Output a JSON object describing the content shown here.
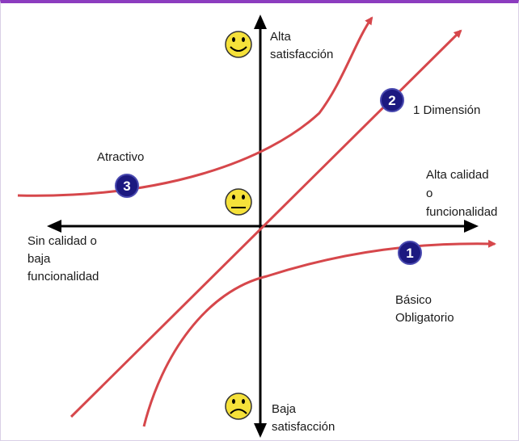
{
  "labels": {
    "high_satisfaction": [
      "Alta",
      "satisfacción"
    ],
    "low_satisfaction": [
      "Baja",
      "satisfacción"
    ],
    "high_quality": [
      "Alta calidad",
      "o",
      "funcionalidad"
    ],
    "low_quality": [
      "Sin calidad o",
      "baja",
      "funcionalidad"
    ],
    "one_dimension": "1 Dimensión",
    "attractive": "Atractivo",
    "basic": [
      "Básico",
      "Obligatorio"
    ]
  },
  "badges": {
    "basic": "1",
    "one_dimension": "2",
    "attractive": "3"
  },
  "faces": {
    "top": "happy-face-icon",
    "middle": "neutral-face-icon",
    "bottom": "sad-face-icon"
  },
  "colors": {
    "curve": "#d6474b",
    "axis": "#000000",
    "badge": "#1c1980",
    "face": "#f5e13a",
    "frame": "#8c3cbf"
  }
}
